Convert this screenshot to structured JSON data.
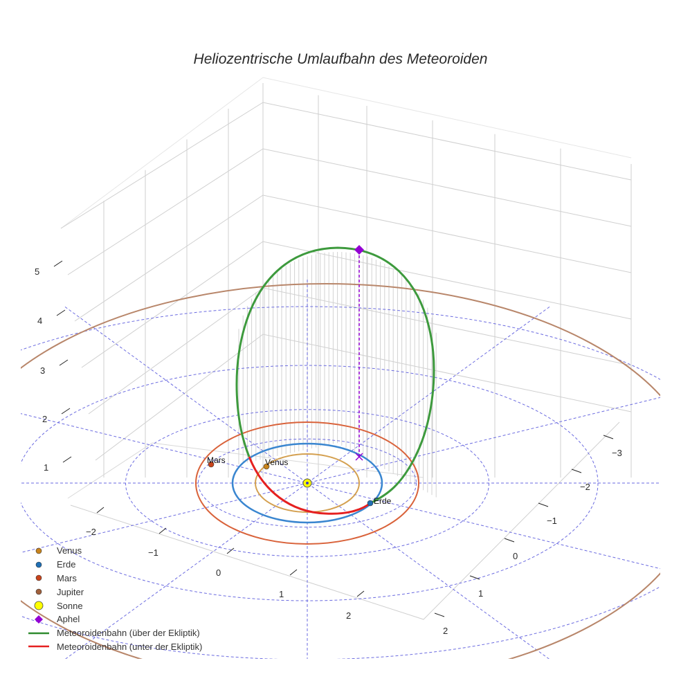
{
  "title": "Heliozentrische Umlaufbahn des Meteoroiden",
  "legend": [
    {
      "label": "Venus",
      "symbol": "dot",
      "color": "#c8841c"
    },
    {
      "label": "Erde",
      "symbol": "dot",
      "color": "#1f6fb5"
    },
    {
      "label": "Mars",
      "symbol": "dot",
      "color": "#c8441c"
    },
    {
      "label": "Jupiter",
      "symbol": "dot",
      "color": "#a0603c"
    },
    {
      "label": "Sonne",
      "symbol": "sun",
      "color": "#ffff00"
    },
    {
      "label": "Aphel",
      "symbol": "diamond",
      "color": "#9400d3"
    },
    {
      "label": "Meteoroidenbahn (über der Ekliptik)",
      "symbol": "line",
      "color": "#2e8b2e"
    },
    {
      "label": "Meteoroidenbahn (unter der Ekliptik)",
      "symbol": "line",
      "color": "#e52020"
    }
  ],
  "chart_data": {
    "type": "scatter3d",
    "title": "Heliozentrische Umlaufbahn des Meteoroiden",
    "axes": {
      "z_ticks": [
        "1",
        "2",
        "3",
        "4",
        "5"
      ],
      "x_ticks": [
        "−2",
        "−1",
        "0",
        "1",
        "2"
      ],
      "y_ticks": [
        "−3",
        "−2",
        "−1",
        "0",
        "1",
        "2"
      ],
      "z_range": [
        0,
        5.5
      ]
    },
    "orbits_au": {
      "Venus": 0.72,
      "Erde": 1.0,
      "Mars": 1.52,
      "Jupiter": 5.2
    },
    "planet_labels": [
      "Mars",
      "Venus",
      "Erde"
    ],
    "aphel_z_approx": 5.2,
    "colors": {
      "venus": "#d4a050",
      "erde": "#3a86d0",
      "mars": "#d9623a",
      "jupiter": "#b8866a",
      "green": "#3d9a3d",
      "red": "#e52020",
      "grid_dash": "#6060e0",
      "aphel": "#9400d3"
    },
    "legend_position": "bottom-left"
  }
}
